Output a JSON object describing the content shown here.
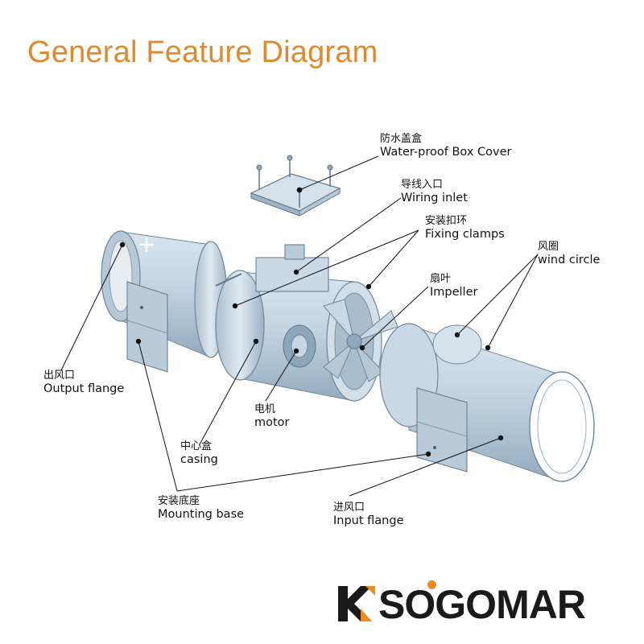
{
  "title": "General Feature Diagram",
  "colors": {
    "title": "#e08a2e",
    "part_fill": "#c5d6e3",
    "part_shade": "#9fb6c8",
    "part_edge": "#6f8799",
    "leader": "#111111",
    "logo_orange": "#f08a1c",
    "logo_black": "#1a1a1a"
  },
  "labels": {
    "box_cover": {
      "cn": "防水盖盒",
      "en": "Water-proof Box Cover"
    },
    "wiring_inlet": {
      "cn": "导线入口",
      "en": "Wiring inlet"
    },
    "fixing_clamps": {
      "cn": "安装扣环",
      "en": "Fixing clamps"
    },
    "impeller": {
      "cn": "扇叶",
      "en": "Impeller"
    },
    "wind_circle": {
      "cn": "风圈",
      "en": "wind circle"
    },
    "output_flange": {
      "cn": "出风口",
      "en": "Output flange"
    },
    "motor": {
      "cn": "电机",
      "en": "motor"
    },
    "casing": {
      "cn": "中心盒",
      "en": "casing"
    },
    "mounting_base": {
      "cn": "安装底座",
      "en": "Mounting base"
    },
    "input_flange": {
      "cn": "进风口",
      "en": "Input flange"
    }
  },
  "logo": {
    "brand": "SOGOMAR",
    "icon": "sogomar-logo-icon"
  }
}
